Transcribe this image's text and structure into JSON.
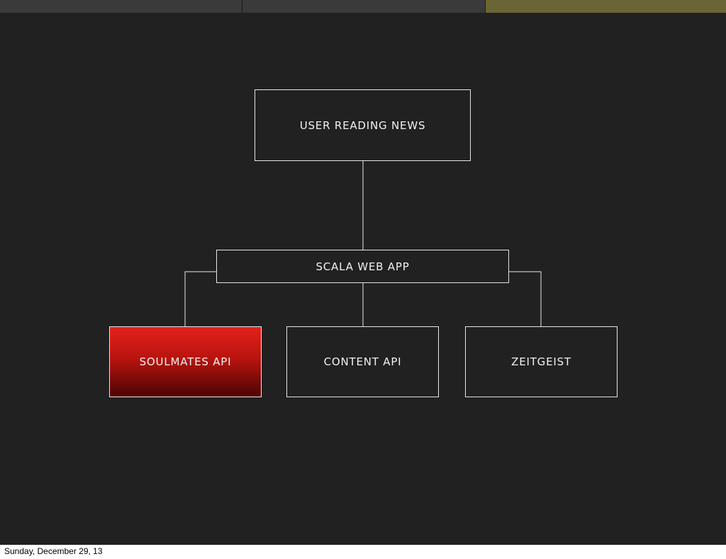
{
  "progress": {
    "segments_total": 3,
    "current_segment": 3
  },
  "diagram": {
    "nodes": {
      "user": "USER READING NEWS",
      "webapp": "SCALA WEB APP",
      "soulmates": "SOULMATES API",
      "content": "CONTENT API",
      "zeitgeist": "ZEITGEIST"
    },
    "highlighted_node": "soulmates"
  },
  "colors": {
    "background": "#212121",
    "node_border": "#e6e6e6",
    "text": "#f2f2f2",
    "highlight_top": "#e3211b",
    "highlight_bottom": "#4d0404",
    "progress_done": "#3a3a3a",
    "progress_current": "#6a6534"
  },
  "footer": {
    "date": "Sunday, December 29, 13"
  }
}
